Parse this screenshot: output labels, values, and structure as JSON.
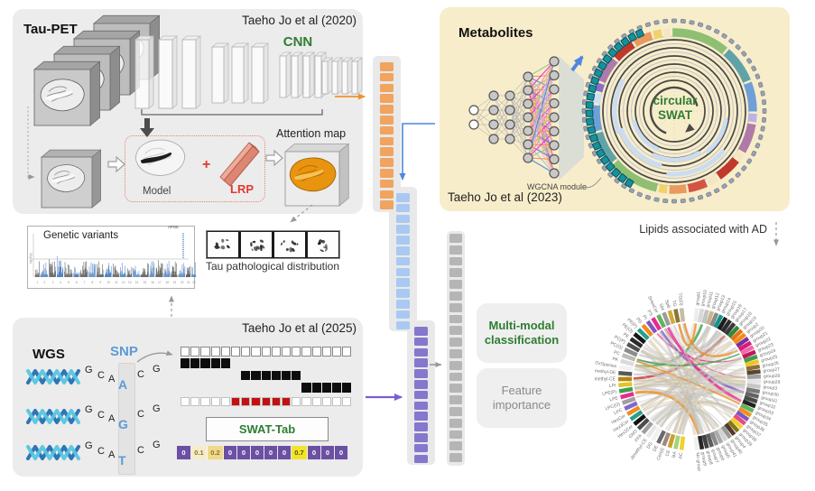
{
  "tau_pet": {
    "title": "Tau-PET",
    "citation": "Taeho Jo et al (2020)",
    "cnn_label": "CNN",
    "model_label": "Model",
    "plus_sign": "+",
    "lrp_label": "LRP",
    "attention_label": "Attention map"
  },
  "genetic_variants": {
    "title": "Genetic variants",
    "gene_label": "APOE",
    "y_axis_label": "-log10(p)",
    "chromosomes": [
      "1",
      "2",
      "3",
      "4",
      "5",
      "6",
      "7",
      "8",
      "9",
      "10",
      "11",
      "12",
      "13",
      "14",
      "15",
      "16",
      "17",
      "18",
      "19",
      "20",
      "21",
      "22"
    ]
  },
  "tau_distribution": {
    "caption": "Tau pathological distribution",
    "panel_count": 4
  },
  "wgs": {
    "title": "WGS",
    "citation": "Taeho Jo et al (2025)",
    "snp_label": "SNP",
    "sequences": [
      {
        "letters": [
          "G",
          "C",
          "A",
          "A",
          "C",
          "G"
        ],
        "snp_index": 3
      },
      {
        "letters": [
          "G",
          "C",
          "A",
          "G",
          "C",
          "G"
        ],
        "snp_index": 3
      },
      {
        "letters": [
          "G",
          "C",
          "A",
          "T",
          "C",
          "G"
        ],
        "snp_index": 3
      }
    ],
    "swat_tab_label": "SWAT-Tab",
    "encoding_matrix": {
      "columns": 17,
      "rows": [
        {
          "style": "outline",
          "start": 0,
          "length": 17
        },
        {
          "style": "filled",
          "start": 0,
          "length": 5
        },
        {
          "style": "filled",
          "start": 6,
          "length": 6
        },
        {
          "style": "filled",
          "start": 12,
          "length": 5
        },
        {
          "style": "outline-red",
          "start": 0,
          "length": 17,
          "red_start": 5,
          "red_length": 6
        }
      ]
    },
    "value_strip": [
      {
        "value": "0",
        "bg": "#6a51a3",
        "fg": "#ffffff",
        "w": 16
      },
      {
        "value": "0.1",
        "bg": "#f5ecca",
        "fg": "#8a7430",
        "w": 18
      },
      {
        "value": "0.2",
        "bg": "#f0d98a",
        "fg": "#8a7430",
        "w": 18
      },
      {
        "value": "0",
        "bg": "#6a51a3",
        "fg": "#ffffff",
        "w": 15
      },
      {
        "value": "0",
        "bg": "#6a51a3",
        "fg": "#ffffff",
        "w": 15
      },
      {
        "value": "0",
        "bg": "#6a51a3",
        "fg": "#ffffff",
        "w": 15
      },
      {
        "value": "0",
        "bg": "#6a51a3",
        "fg": "#ffffff",
        "w": 15
      },
      {
        "value": "0",
        "bg": "#6a51a3",
        "fg": "#ffffff",
        "w": 15
      },
      {
        "value": "0.7",
        "bg": "#f2e32c",
        "fg": "#555500",
        "w": 18
      },
      {
        "value": "0",
        "bg": "#6a51a3",
        "fg": "#ffffff",
        "w": 15
      },
      {
        "value": "0",
        "bg": "#6a51a3",
        "fg": "#ffffff",
        "w": 15
      },
      {
        "value": "0",
        "bg": "#6a51a3",
        "fg": "#ffffff",
        "w": 15
      }
    ]
  },
  "metabolites": {
    "title": "Metabolites",
    "citation": "Taeho Jo et al (2023)",
    "center_label_line1": "circular",
    "center_label_line2": "SWAT",
    "wgcna_label": "WGCNA module",
    "module_color": "#13929e",
    "network_layers": [
      2,
      4,
      4,
      7,
      9
    ],
    "link_colors": [
      "#f2c14e",
      "#f08cb4",
      "#e930c8",
      "#8fc97e",
      "#f2845c",
      "#4f86e0",
      "#a0c4e8",
      "#f2b5d4"
    ],
    "ring_segments": [
      {
        "color": "#8fbf72",
        "span": 34
      },
      {
        "color": "#5fa3a8",
        "span": 22
      },
      {
        "color": "#6f9fd8",
        "span": 18
      },
      {
        "color": "#b9b3e6",
        "span": 6
      },
      {
        "color": "#b07aa8",
        "span": 18
      },
      {
        "color": "#f3e6c2",
        "span": 5
      },
      {
        "color": "#c0392b",
        "span": 15
      },
      {
        "color": "#f3e6c2",
        "span": 7
      },
      {
        "color": "#d35442",
        "span": 12
      },
      {
        "color": "#e89a5f",
        "span": 11
      },
      {
        "color": "#efd26a",
        "span": 6
      },
      {
        "color": "#8fbf72",
        "span": 30
      },
      {
        "color": "#5fa3a8",
        "span": 20
      },
      {
        "color": "#6f9fd8",
        "span": 16
      },
      {
        "color": "#cfe0f5",
        "span": 7
      },
      {
        "color": "#8a6fc8",
        "span": 6
      },
      {
        "color": "#b07aa8",
        "span": 16
      },
      {
        "color": "#c0392b",
        "span": 14
      },
      {
        "color": "#e89a5f",
        "span": 12
      },
      {
        "color": "#efd26a",
        "span": 6
      },
      {
        "color": "#f3e6c2",
        "span": 5
      }
    ]
  },
  "lipids": {
    "title": "Lipids associated with AD",
    "group_labels": [
      "group1",
      "group10",
      "group11",
      "group12",
      "group13",
      "group14",
      "group15",
      "group16",
      "group17",
      "group18",
      "group19",
      "group2",
      "group20",
      "group21",
      "group22",
      "group23",
      "group24",
      "group25",
      "group26",
      "group27",
      "group28",
      "group29",
      "group3",
      "group30",
      "group31",
      "group32",
      "group33",
      "group34",
      "group35",
      "group36",
      "group37",
      "group38",
      "group39",
      "group4",
      "group40",
      "group41",
      "group5",
      "group6",
      "group7",
      "group8",
      "group9",
      "No group"
    ],
    "class_labels": [
      "TG(O)",
      "TG",
      "SpB",
      "SM",
      "SHexCer",
      "PS",
      "PI",
      "PG",
      "PE(P)",
      "PE(O)",
      "PE",
      "PC(P)",
      "PC(O)",
      "PC",
      "PA",
      "OxSpecies",
      "methyl-DE",
      "methyl-CE",
      "LPI",
      "LPE(P)",
      "LPE",
      "LPC(O)",
      "LPC",
      "HexCer",
      "Hex3Cer",
      "Hex2Cer",
      "GM3",
      "FFA",
      "dimethyl-CE",
      "DG",
      "DE",
      "Cer(d)",
      "CE",
      "BA",
      "AC"
    ],
    "group_colors": [
      "#ededed",
      "#d8d8d8",
      "#c2c2c2",
      "#c8b590",
      "#8a8a8a",
      "#0f9688",
      "#1c1c1c",
      "#2b2b2b",
      "#3a3a3a",
      "#2e8b3a",
      "#e87410",
      "#f08c1e",
      "#7a2ea0",
      "#d81b7a",
      "#ef6aa8",
      "#c2185b",
      "#3ba04a",
      "#f2c21e",
      "#8d6e3a",
      "#5a4632",
      "#a0a0a0",
      "#e4e4e4",
      "#c6c6c6",
      "#787878",
      "#646464",
      "#4a4a4a",
      "#222222",
      "#62b45e",
      "#f09018",
      "#7e57c2",
      "#e84a8a",
      "#f2d02a",
      "#84771c",
      "#503a2e",
      "#9a9a9a",
      "#d2d2d2",
      "#aaaaaa",
      "#8a8a8a",
      "#5e5e5e",
      "#404040",
      "#262626",
      "#f0f0f0"
    ],
    "class_colors": [
      "#c6bca4",
      "#8a7636",
      "#d2a93a",
      "#9c9c9c",
      "#62b45e",
      "#e82a90",
      "#7e57c2",
      "#f08c1e",
      "#28a08e",
      "#161616",
      "#2b2b2b",
      "#515151",
      "#8c8c8c",
      "#bcbcbc",
      "#dadada",
      "#f2f2f2",
      "#585858",
      "#b8860b",
      "#e2c22e",
      "#3ba04a",
      "#e82a90",
      "#a0a0a0",
      "#8668c8",
      "#f08c1e",
      "#28a08e",
      "#141414",
      "#4e4e4e",
      "#9e9e9e",
      "#e6e6e6",
      "#f0f0f0",
      "#6a6a6a",
      "#a1887f",
      "#c8a227",
      "#a6d278",
      "#f2d02a"
    ],
    "chord_palette_common": [
      "#d2d2d2",
      "#c6beb0",
      "#dcd6c8",
      "#bcbcbc",
      "#cfc3a4",
      "#d9cba2",
      "#c9c9c9"
    ],
    "chord_palette_accent": [
      "#e82a90",
      "#3ba04a",
      "#28a08e",
      "#c62828",
      "#f08c1e",
      "#7e57c2",
      "#303030"
    ]
  },
  "outputs": {
    "classification_label": "Multi-modal classification",
    "importance_label": "Feature importance"
  },
  "vectors": {
    "orange": {
      "count": 14,
      "color": "#f0a460"
    },
    "blue": {
      "count": 13,
      "color": "#a9c9f2"
    },
    "purple": {
      "count": 13,
      "color": "#8677ce"
    },
    "gray": {
      "count": 20,
      "color": "#b5b5b5"
    }
  }
}
